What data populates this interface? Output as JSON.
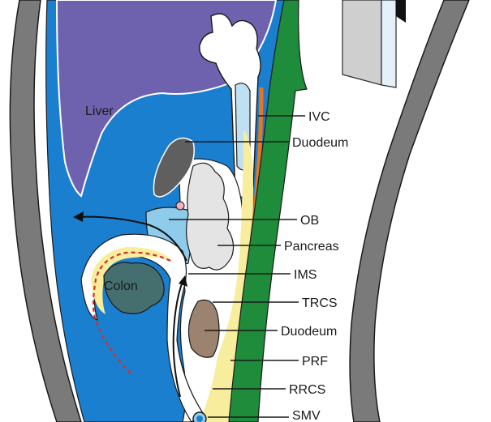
{
  "labels": {
    "liver": "Liver",
    "colon": "Colon",
    "ivc": "IVC",
    "duodeum_upper": "Duodeum",
    "ob": "OB",
    "pancreas": "Pancreas",
    "ims": "IMS",
    "trcs": "TRCS",
    "duodeum_lower": "Duodeum",
    "prf": "PRF",
    "rrcs": "RRCS",
    "smv": "SMV"
  },
  "colors": {
    "cavity_blue": "#1B7FD0",
    "liver_purple": "#6E62AE",
    "light_blue": "#8FCBEA",
    "pale_blue": "#BFE0F2",
    "wall_gray": "#7A7A7A",
    "duodenum_dark_gray": "#5F5F5F",
    "pancreas_light_gray": "#E4E4E4",
    "colon_slate": "#456F6F",
    "duodenum_brown": "#9C836F",
    "fat_yellow": "#F7ED9C",
    "aorta_green": "#1E8C3A",
    "fascia_orange": "#E8761C",
    "dashed_red": "#D3302C"
  }
}
